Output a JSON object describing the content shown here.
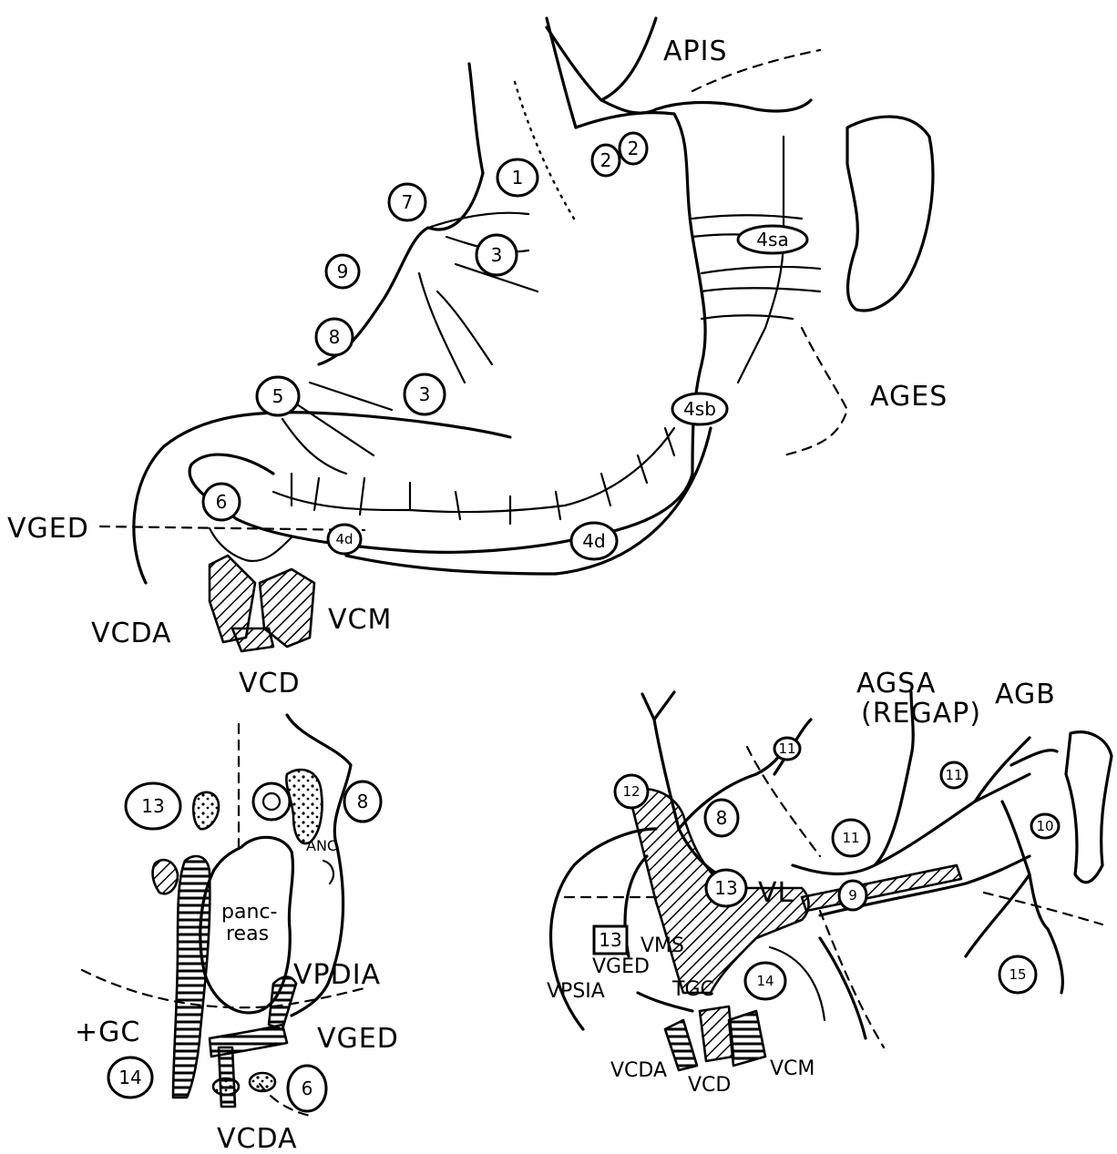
{
  "labels": {
    "apis": "APIS",
    "ages": "AGES",
    "vged_top": "VGED",
    "vcda_top": "VCDA",
    "vcm_top": "VCM",
    "vcd_top": "VCD",
    "agsa": "AGSA",
    "regap": "(REGAP)",
    "agb": "AGB",
    "vl": "VL",
    "vms": "VMS",
    "vged_right": "VGED",
    "vpsia": "VPSIA",
    "tgc_right": "TGC",
    "vcda_right": "VCDA",
    "vcd_right": "VCD",
    "vcm_right": "VCM",
    "anc": "ANC",
    "pancreas_1": "panc-",
    "pancreas_2": "reas",
    "vpdia": "VPDIA",
    "tgc_left": "+GC",
    "vged_left": "VGED",
    "vcda_left": "VCDA"
  },
  "nodes": {
    "n1": "1",
    "n2a": "2",
    "n2b": "2",
    "n3a": "3",
    "n3b": "3",
    "n5": "5",
    "n6": "6",
    "n7": "7",
    "n8": "8",
    "n9": "9",
    "n4sa": "4sa",
    "n4sb": "4sb",
    "n4d_a": "4d",
    "n4d_b": "4d",
    "r12": "12",
    "r8": "8",
    "r11a": "11",
    "r11b": "11",
    "r11c": "11",
    "r10": "10",
    "r13a": "13",
    "r13b": "13",
    "r14": "14",
    "r15": "15",
    "r9": "9",
    "l13": "13",
    "l8": "8",
    "l14": "14",
    "l6": "6"
  }
}
